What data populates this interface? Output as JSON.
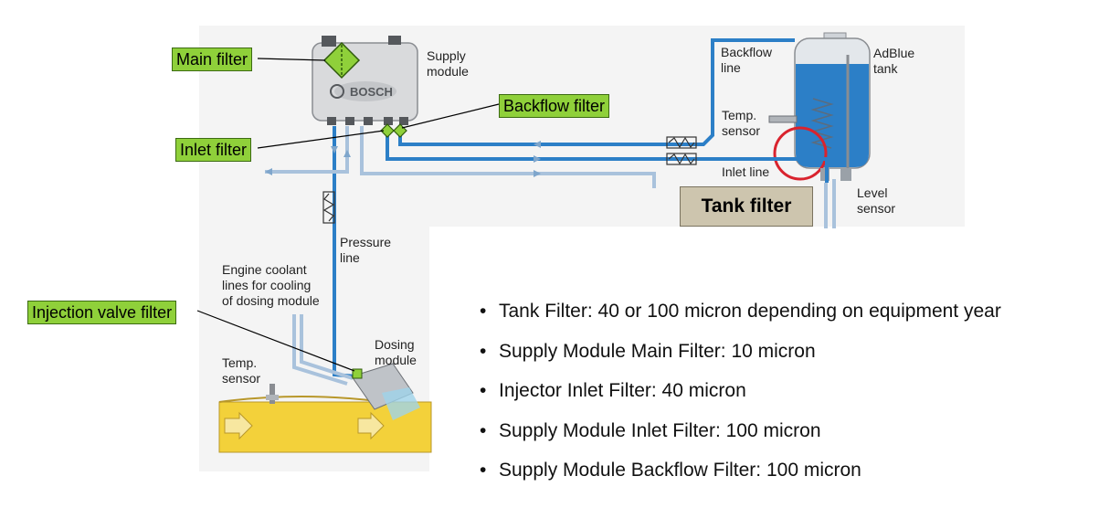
{
  "callouts": {
    "main_filter": "Main filter",
    "backflow_filter": "Backflow filter",
    "inlet_filter": "Inlet filter",
    "injection_valve_filter": "Injection valve filter",
    "tank_filter": "Tank filter"
  },
  "labels": {
    "supply_module": [
      "Supply",
      "module"
    ],
    "bosch": "BOSCH",
    "backflow_line": [
      "Backflow",
      "line"
    ],
    "adblue_tank": [
      "AdBlue",
      "tank"
    ],
    "temp_sensor_tank": [
      "Temp.",
      "sensor"
    ],
    "inlet_line": "Inlet line",
    "level_sensor": [
      "Level",
      "sensor"
    ],
    "pressure_line": [
      "Pressure",
      "line"
    ],
    "engine_coolant": [
      "Engine coolant",
      "lines for cooling",
      "of dosing module"
    ],
    "dosing_module": [
      "Dosing",
      "module"
    ],
    "temp_sensor_exhaust": [
      "Temp.",
      "sensor"
    ]
  },
  "bullets": [
    "Tank Filter: 40 or 100 micron depending on equipment year",
    "Supply Module Main Filter:  10 micron",
    "Injector Inlet Filter:  40 micron",
    "Supply Module Inlet Filter:  100 micron",
    "Supply Module Backflow Filter:  100 micron"
  ],
  "colors": {
    "adblue": "#2c7fc7",
    "filter_green": "#8fd03a",
    "exhaust": "#f3d13a",
    "coolant": "#a9c2dc",
    "highlight_circle": "#d9232e"
  }
}
